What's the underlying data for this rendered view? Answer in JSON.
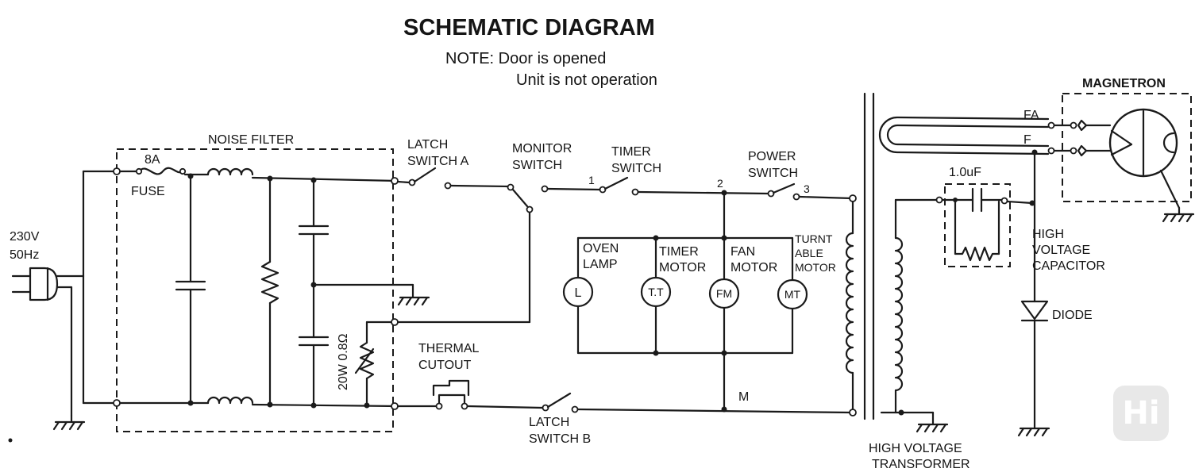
{
  "title": "SCHEMATIC DIAGRAM",
  "note": {
    "line1": "NOTE: Door is opened",
    "line2": "Unit is not operation"
  },
  "supply": {
    "voltage": "230V",
    "frequency": "50Hz"
  },
  "noise_filter": {
    "label": "NOISE FILTER",
    "fuse_rating": "8A",
    "fuse_label": "FUSE",
    "resistor": "20W 0.8Ω"
  },
  "switches": {
    "latch_a": [
      "LATCH",
      "SWITCH A"
    ],
    "monitor": [
      "MONITOR",
      "SWITCH"
    ],
    "timer": [
      "TIMER",
      "SWITCH"
    ],
    "power": [
      "POWER",
      "SWITCH"
    ],
    "latch_b": [
      "LATCH",
      "SWITCH B"
    ]
  },
  "nodes": {
    "n1": "1",
    "n2": "2",
    "n3": "3",
    "m": "M"
  },
  "thermal_cutout": [
    "THERMAL",
    "CUTOUT"
  ],
  "loads": {
    "oven_lamp": {
      "label": [
        "OVEN",
        "LAMP"
      ],
      "symbol": "L"
    },
    "timer_motor": {
      "label": [
        "TIMER",
        "MOTOR"
      ],
      "symbol": "T.T"
    },
    "fan_motor": {
      "label": [
        "FAN",
        "MOTOR"
      ],
      "symbol": "FM"
    },
    "turntable_motor": {
      "label": [
        "TURNT",
        "ABLE",
        "MOTOR"
      ],
      "symbol": "MT"
    }
  },
  "high_voltage": {
    "transformer": [
      "HIGH VOLTAGE",
      "TRANSFORMER"
    ],
    "capacitor_value": "1.0uF",
    "capacitor": [
      "HIGH",
      "VOLTAGE",
      "CAPACITOR"
    ],
    "diode": "DIODE",
    "magnetron": "MAGNETRON",
    "fa": "FA",
    "f": "F"
  },
  "watermark": "Hi"
}
